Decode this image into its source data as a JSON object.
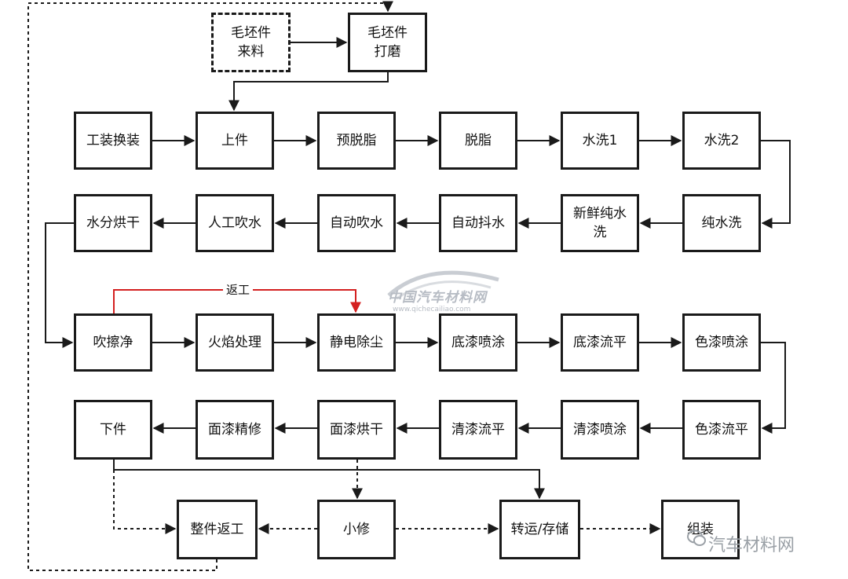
{
  "nodes": {
    "raw_blank": "毛坯件\n来料",
    "blank_grind": "毛坯件\n打磨",
    "fixture_change": "工装换装",
    "load": "上件",
    "pre_degrease": "预脱脂",
    "degrease": "脱脂",
    "wash1": "水洗1",
    "wash2": "水洗2",
    "pure_wash": "纯水洗",
    "fresh_pure_wash": "新鲜纯水\n洗",
    "auto_shake": "自动抖水",
    "auto_blow": "自动吹水",
    "manual_blow": "人工吹水",
    "water_dry": "水分烘干",
    "wipe_clean": "吹擦净",
    "flame": "火焰处理",
    "static_dust": "静电除尘",
    "primer_spray": "底漆喷涂",
    "primer_flash": "底漆流平",
    "color_spray": "色漆喷涂",
    "color_flash": "色漆流平",
    "clear_spray": "清漆喷涂",
    "clear_flash": "清漆流平",
    "top_bake": "面漆烘干",
    "top_polish": "面漆精修",
    "unload": "下件",
    "rework_whole": "整件返工",
    "minor_repair": "小修",
    "transfer_store": "转运/存储",
    "assembly": "组装"
  },
  "rework_label": "返工",
  "watermark": {
    "cn": "中国汽车材料网",
    "url": "www.qichecailiao.com"
  },
  "brand": "汽车材料网",
  "colors": {
    "stroke": "#1a1a1a",
    "rework": "#d42020",
    "watermark": "#b7bcc4"
  }
}
